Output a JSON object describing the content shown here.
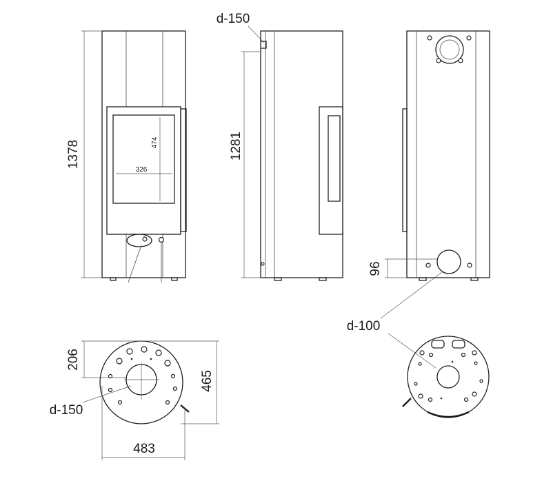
{
  "labels": {
    "height_total": "1378",
    "height_outlet": "1281",
    "outlet_top_diameter": "d-150",
    "outlet_rear_height": "96",
    "outlet_rear_diameter": "d-100",
    "door_height": "474",
    "door_width": "326",
    "top_offset": "206",
    "top_depth": "465",
    "top_width": "483",
    "top_outlet_diameter": "d-150"
  }
}
